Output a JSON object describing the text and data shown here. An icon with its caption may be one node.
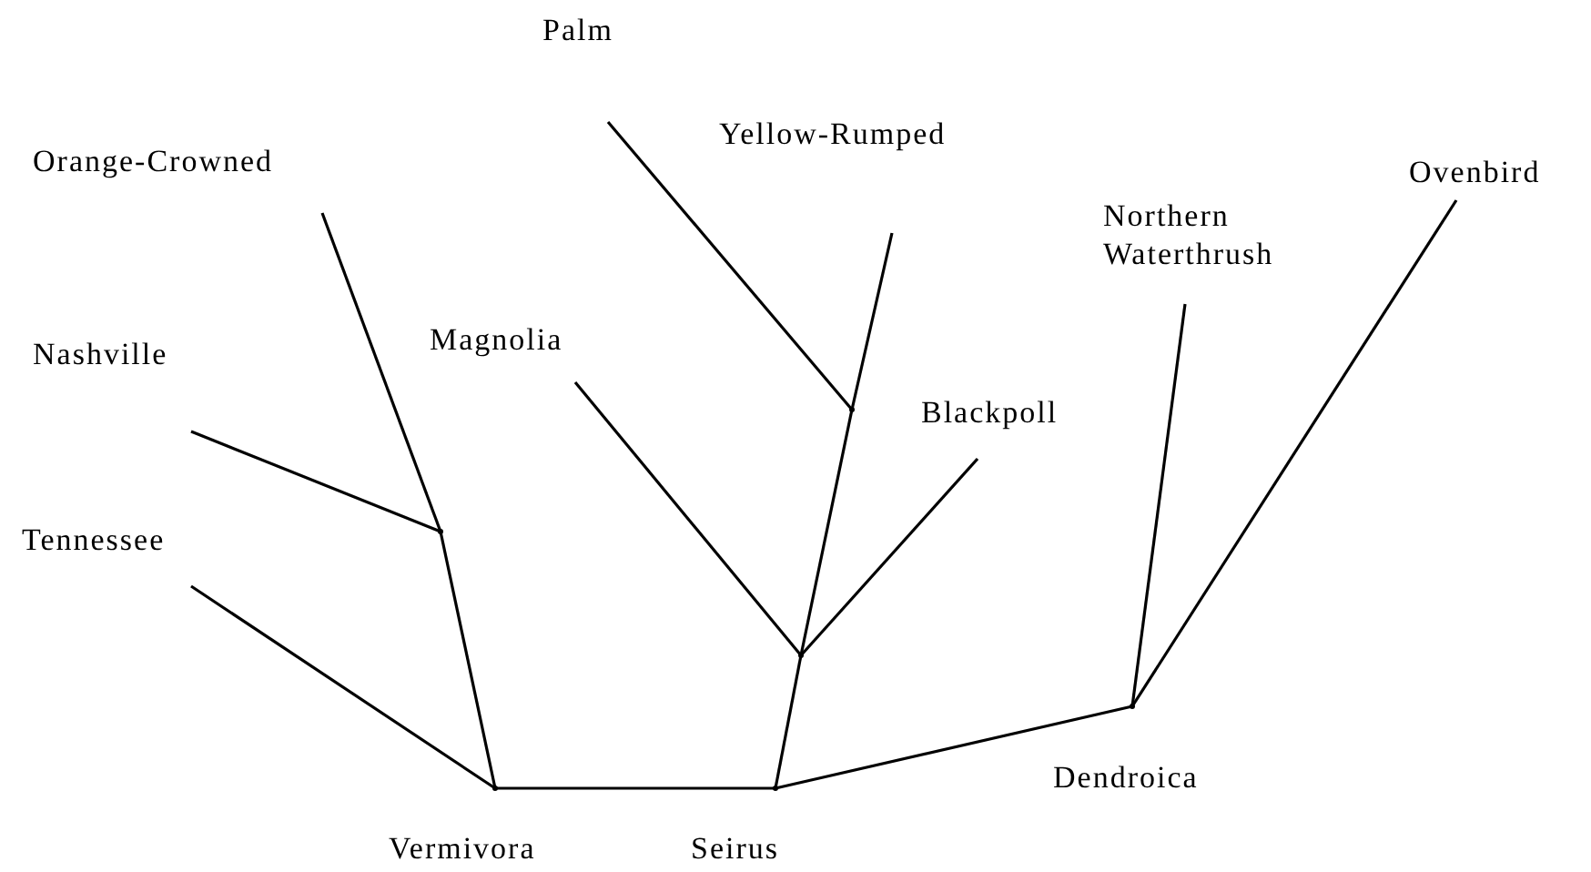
{
  "diagram": {
    "nodes": [
      {
        "text": [
          "Orange-Crowned"
        ]
      },
      {
        "text": [
          "Palm"
        ]
      },
      {
        "text": [
          "Yellow-Rumped"
        ]
      },
      {
        "text": [
          "Northern Waterthrush"
        ]
      },
      {
        "text": [
          "Ovenbird"
        ]
      },
      {
        "text": [
          "Nashville"
        ]
      },
      {
        "text": [
          "Magnolia"
        ]
      },
      {
        "text": [
          "Blackpoll"
        ]
      },
      {
        "text": [
          "Tennessee"
        ]
      },
      {
        "text": [],
        "shape": "point"
      },
      {
        "text": [],
        "shape": "point"
      },
      {
        "text": [],
        "shape": "point"
      },
      {
        "text": [],
        "shape": "point",
        "beside": [
          "Dendroica"
        ]
      },
      {
        "text": [],
        "shape": "point",
        "beside": [
          "Vermivora"
        ]
      },
      {
        "text": [],
        "shape": "point",
        "beside": [
          "Seirus"
        ]
      }
    ],
    "edges": [
      {
        "from": 8,
        "to": 13,
        "arrow": "none"
      },
      {
        "from": 5,
        "to": 9,
        "arrow": "none"
      },
      {
        "from": 0,
        "to": 9,
        "arrow": "none"
      },
      {
        "from": 9,
        "to": 13,
        "arrow": "none"
      },
      {
        "from": 13,
        "to": 14,
        "arrow": "none"
      },
      {
        "from": 6,
        "to": 11,
        "arrow": "none"
      },
      {
        "from": 1,
        "to": 10,
        "arrow": "none"
      },
      {
        "from": 2,
        "to": 10,
        "arrow": "none"
      },
      {
        "from": 10,
        "to": 11,
        "arrow": "none"
      },
      {
        "from": 7,
        "to": 11,
        "arrow": "none"
      },
      {
        "from": 11,
        "to": 14,
        "arrow": "none"
      },
      {
        "from": 14,
        "to": 12,
        "arrow": "none"
      },
      {
        "from": 3,
        "to": 12,
        "arrow": "none"
      },
      {
        "from": 4,
        "to": 12,
        "arrow": "none"
      }
    ]
  }
}
